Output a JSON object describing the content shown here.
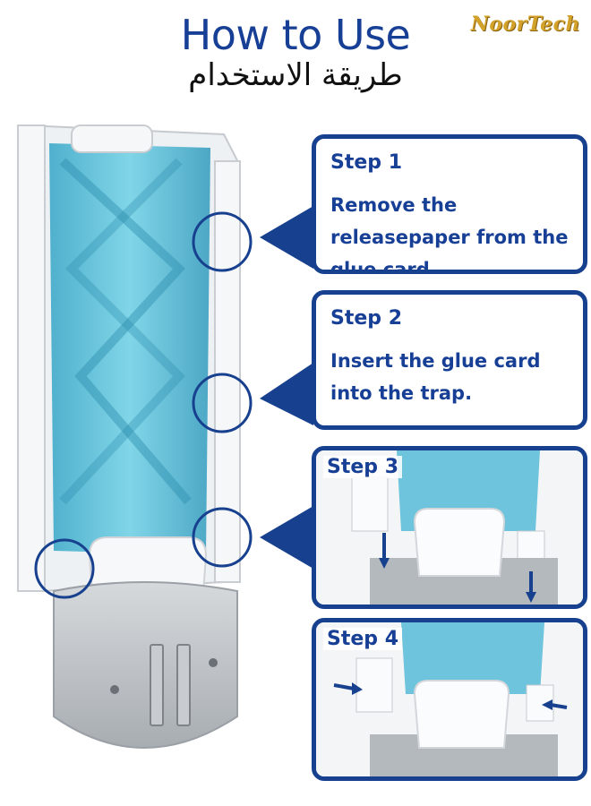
{
  "header": {
    "title": "How to Use",
    "subtitle": "طريقة الاستخدام",
    "brand": "NoorTech"
  },
  "steps": [
    {
      "title": "Step 1",
      "text": "Remove the releasepaper from the glue card."
    },
    {
      "title": "Step 2",
      "text": "Insert the glue card into the trap."
    },
    {
      "title": "Step 3"
    },
    {
      "title": "Step 4"
    }
  ],
  "colors": {
    "accent": "#17408f",
    "brand": "#d2a22a",
    "glue_card_blue": "#5fc3dc"
  }
}
